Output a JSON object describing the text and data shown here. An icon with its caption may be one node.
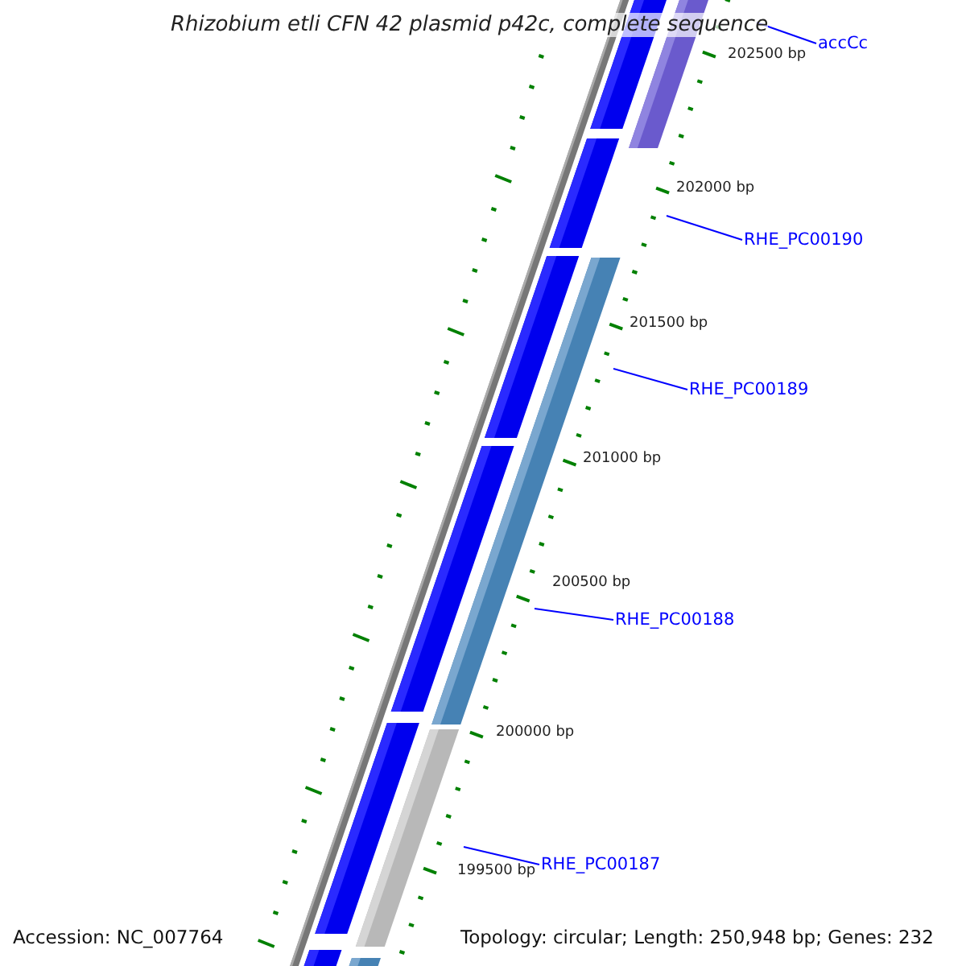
{
  "diagram": {
    "title": "Rhizobium etli CFN 42 plasmid p42c, complete sequence",
    "nodes": [
      {
        "text": [
          "accCc"
        ]
      },
      {
        "text": [
          "RHE_PC00190"
        ]
      },
      {
        "text": [
          "RHE_PC00189"
        ]
      },
      {
        "text": [
          "RHE_PC00188"
        ]
      },
      {
        "text": [
          "RHE_PC00187"
        ]
      }
    ],
    "edges": [
      {
        "from": 0,
        "to": null,
        "arrow": "none"
      },
      {
        "from": 1,
        "to": null,
        "arrow": "none"
      },
      {
        "from": 2,
        "to": null,
        "arrow": "none"
      },
      {
        "from": 3,
        "to": null,
        "arrow": "none"
      },
      {
        "from": 4,
        "to": null,
        "arrow": "none"
      }
    ],
    "labels": [
      "202500 bp",
      "202000 bp",
      "201500 bp",
      "201000 bp",
      "200500 bp",
      "200000 bp",
      "199500 bp",
      "Accession: NC_007764",
      "Topology: circular; Length: 250,948 bp; Genes: 232"
    ]
  }
}
